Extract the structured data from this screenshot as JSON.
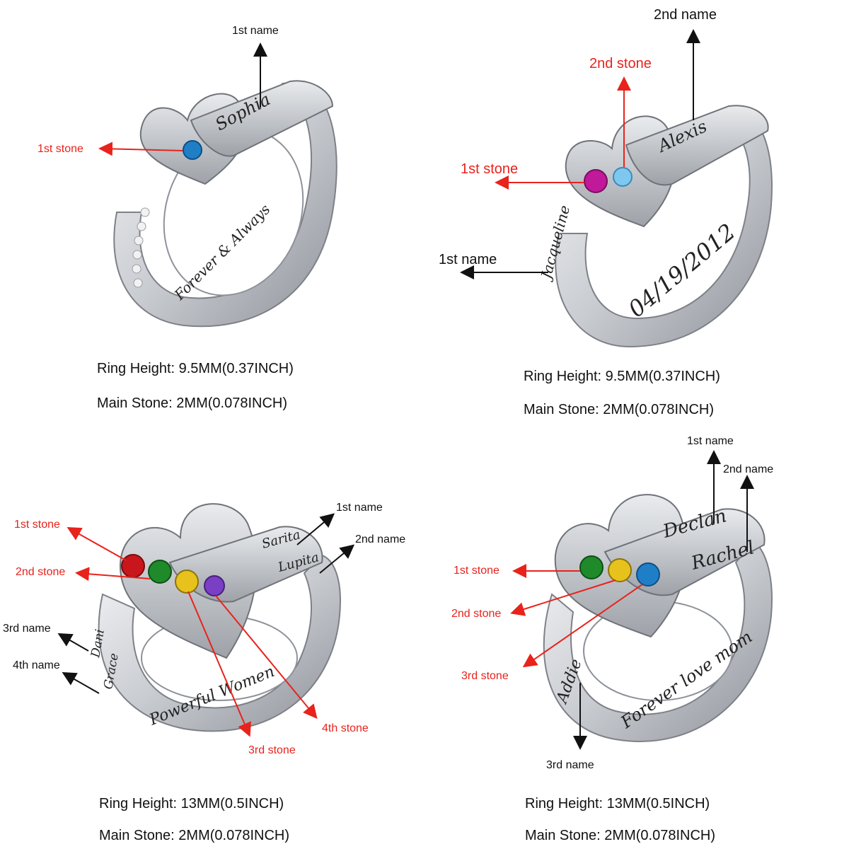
{
  "panels": [
    {
      "labels": {
        "name1": "1st name",
        "stone1": "1st stone"
      },
      "engravings": {
        "top": "Sophia",
        "inner": "Forever & Always"
      },
      "specs": {
        "height": "Ring Height: 9.5MM(0.37INCH)",
        "stone": "Main Stone:  2MM(0.078INCH)"
      },
      "stones": [
        "#1e7fc7"
      ]
    },
    {
      "labels": {
        "name2": "2nd name",
        "stone2": "2nd stone",
        "stone1": "1st stone",
        "name1": "1st name"
      },
      "engravings": {
        "top": "Alexis",
        "side": "Jacqueline",
        "inner": "04/19/2012"
      },
      "specs": {
        "height": "Ring Height: 9.5MM(0.37INCH)",
        "stone": "Main Stone:  2MM(0.078INCH)"
      },
      "stones": [
        "#c0199a",
        "#7ec8ef"
      ]
    },
    {
      "labels": {
        "stone1": "1st stone",
        "stone2": "2nd stone",
        "name1": "1st name",
        "name2": "2nd name",
        "name3": "3rd name",
        "name4": "4th name",
        "stone3": "3rd stone",
        "stone4": "4th stone"
      },
      "engravings": {
        "top1": "Sarita",
        "top2": "Lupita",
        "side1": "Dani",
        "side2": "Grace",
        "inner": "Powerful Women"
      },
      "specs": {
        "height": "Ring Height: 13MM(0.5INCH)",
        "stone": "Main Stone:  2MM(0.078INCH)"
      },
      "stones": [
        "#c8161c",
        "#1e8a2a",
        "#e8c21c",
        "#7a3fc4"
      ]
    },
    {
      "labels": {
        "name1": "1st name",
        "name2": "2nd name",
        "stone1": "1st stone",
        "stone2": "2nd stone",
        "stone3": "3rd stone",
        "name3": "3rd name"
      },
      "engravings": {
        "top1": "Declan",
        "top2": "Rachel",
        "side": "Addie",
        "inner": "Forever love mom"
      },
      "specs": {
        "height": "Ring Height: 13MM(0.5INCH)",
        "stone": "Main Stone:  2MM(0.078INCH)"
      },
      "stones": [
        "#1e8a2a",
        "#e8c21c",
        "#1e7fc7"
      ]
    }
  ],
  "colors": {
    "annotation_red": "#e8231c",
    "annotation_black": "#111111",
    "metal": "#cfd2d6"
  }
}
